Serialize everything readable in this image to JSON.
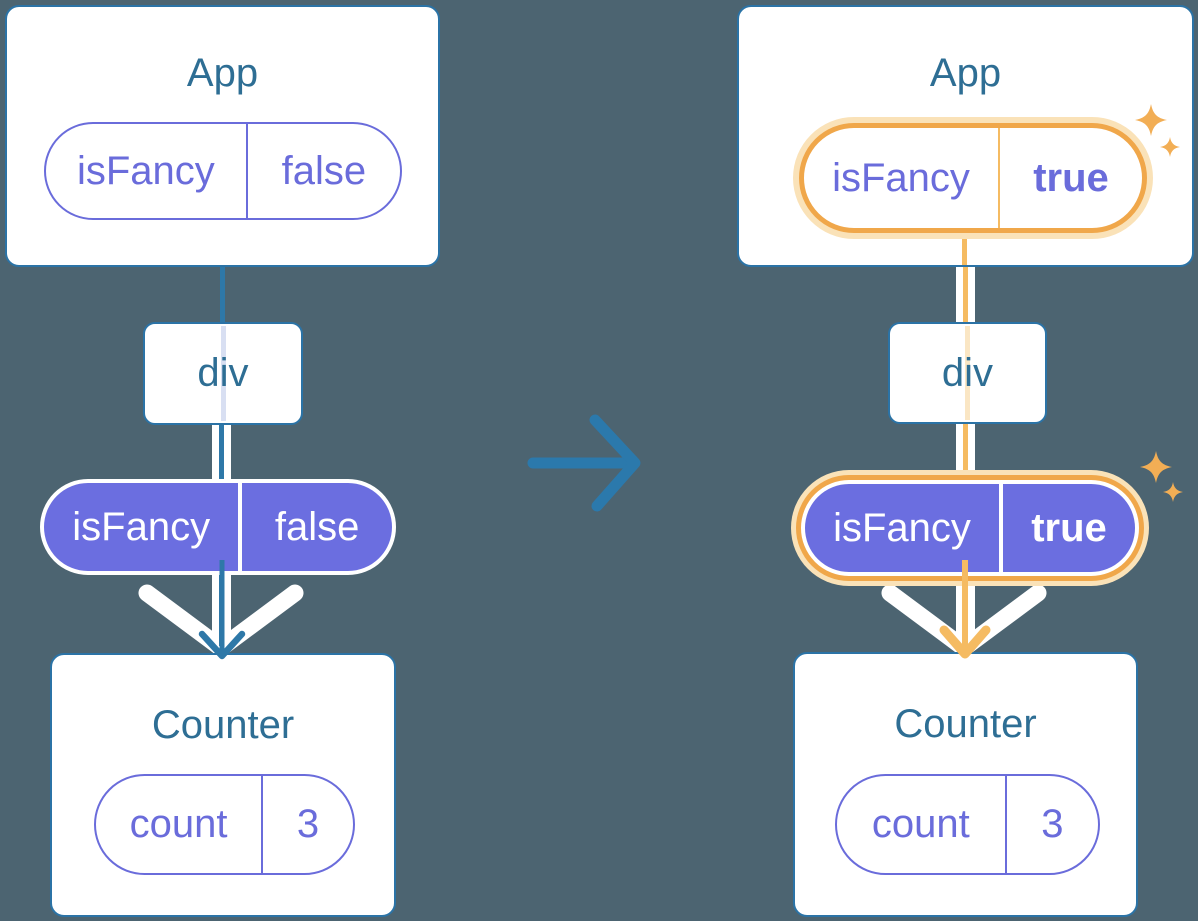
{
  "palette": {
    "background": "#4C6471",
    "card_bg": "#FFFFFF",
    "card_border": "#2B73A6",
    "heading_text": "#2E6E94",
    "purple_text": "#6A6CDB",
    "purple_fill": "#6B6EE0",
    "tree_line_blue": "#2E78A8",
    "through_line_lavender": "#D8DFF2",
    "through_line_cream": "#FAE6C4",
    "highlight_orange": "#F0A74A",
    "highlight_glow": "#FAE2B8",
    "highlight_line": "#F5BB62",
    "sparkle": "#F2AE55",
    "cased_line_white": "#FFFFFF",
    "transition_arrow": "#2B79AC"
  },
  "diagrams": [
    {
      "state": "before",
      "app": {
        "title": "App",
        "prop": {
          "name": "isFancy",
          "value": "false"
        }
      },
      "div_node": {
        "label": "div"
      },
      "passed_prop": {
        "name": "isFancy",
        "value": "false"
      },
      "counter": {
        "title": "Counter",
        "state": {
          "name": "count",
          "value": "3"
        }
      }
    },
    {
      "state": "after",
      "app": {
        "title": "App",
        "prop": {
          "name": "isFancy",
          "value": "true"
        }
      },
      "div_node": {
        "label": "div"
      },
      "passed_prop": {
        "name": "isFancy",
        "value": "true"
      },
      "counter": {
        "title": "Counter",
        "state": {
          "name": "count",
          "value": "3"
        }
      }
    }
  ]
}
